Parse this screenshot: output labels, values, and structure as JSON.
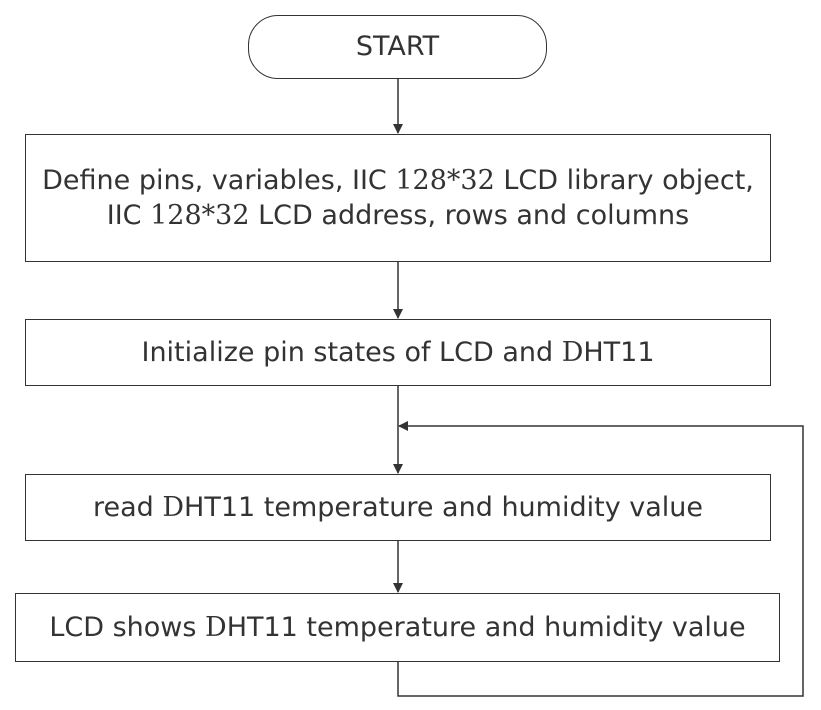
{
  "flowchart": {
    "start": {
      "label": "START"
    },
    "define": {
      "line1_a": "Define pins, variables, IIC",
      "line1_num": "128*32",
      "line1_b": "LCD library object,",
      "line2_a": "IIC",
      "line2_num": "128*32",
      "line2_b": "LCD address, rows and columns"
    },
    "init": {
      "text_a": "Initialize pin states of LCD and ",
      "text_d": "D",
      "text_b": "HT11"
    },
    "read": {
      "text_a": "read ",
      "text_d": "D",
      "text_b": "HT11 temperature and humidity value"
    },
    "show": {
      "text_a": "LCD shows ",
      "text_d": "D",
      "text_b": "HT11 temperature and humidity value"
    }
  },
  "colors": {
    "stroke": "#333333",
    "text": "#333333",
    "background": "#ffffff"
  }
}
